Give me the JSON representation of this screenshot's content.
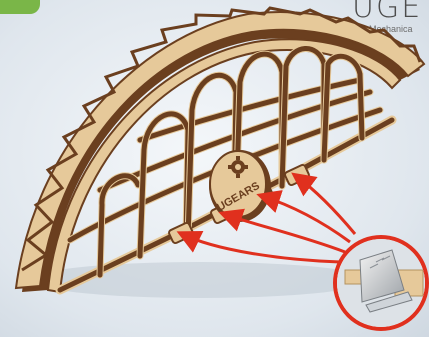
{
  "brand": {
    "logo_text": "UGE",
    "tagline": "Mechanica",
    "medallion_text": "UGEARS"
  },
  "colors": {
    "wood_light": "#e6c99a",
    "wood_dark": "#6b3f1f",
    "arrow": "#e0301e",
    "badge": "#7ab648"
  },
  "icons": {
    "gear": "gear-icon",
    "blade": "utility-knife-blade-icon"
  }
}
